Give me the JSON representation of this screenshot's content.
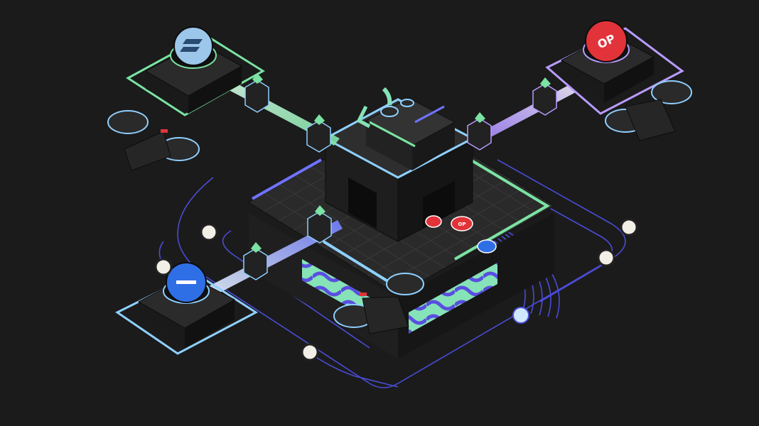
{
  "colors": {
    "background": "#1b1b1b",
    "platform": "#2a2a2a",
    "platform_dark": "#161616",
    "grid": "#3a3a3a",
    "green": "#7be3a3",
    "purple": "#b89cff",
    "blue": "#6f73ff",
    "light_blue": "#8fd0ff",
    "red": "#e2333a",
    "route": "#4a4cd6",
    "token_blue": "#2f6fe6",
    "mint": "#86e3b8"
  },
  "nodes": {
    "arbitrum": {
      "icon": "arbitrum-logo",
      "accent": "#7be3a3"
    },
    "optimism": {
      "icon": "optimism-logo",
      "label": "OP",
      "accent": "#b89cff"
    },
    "base": {
      "icon": "base-logo",
      "accent": "#8fd0ff"
    }
  },
  "tokens": {
    "op_token_label": "OP"
  }
}
